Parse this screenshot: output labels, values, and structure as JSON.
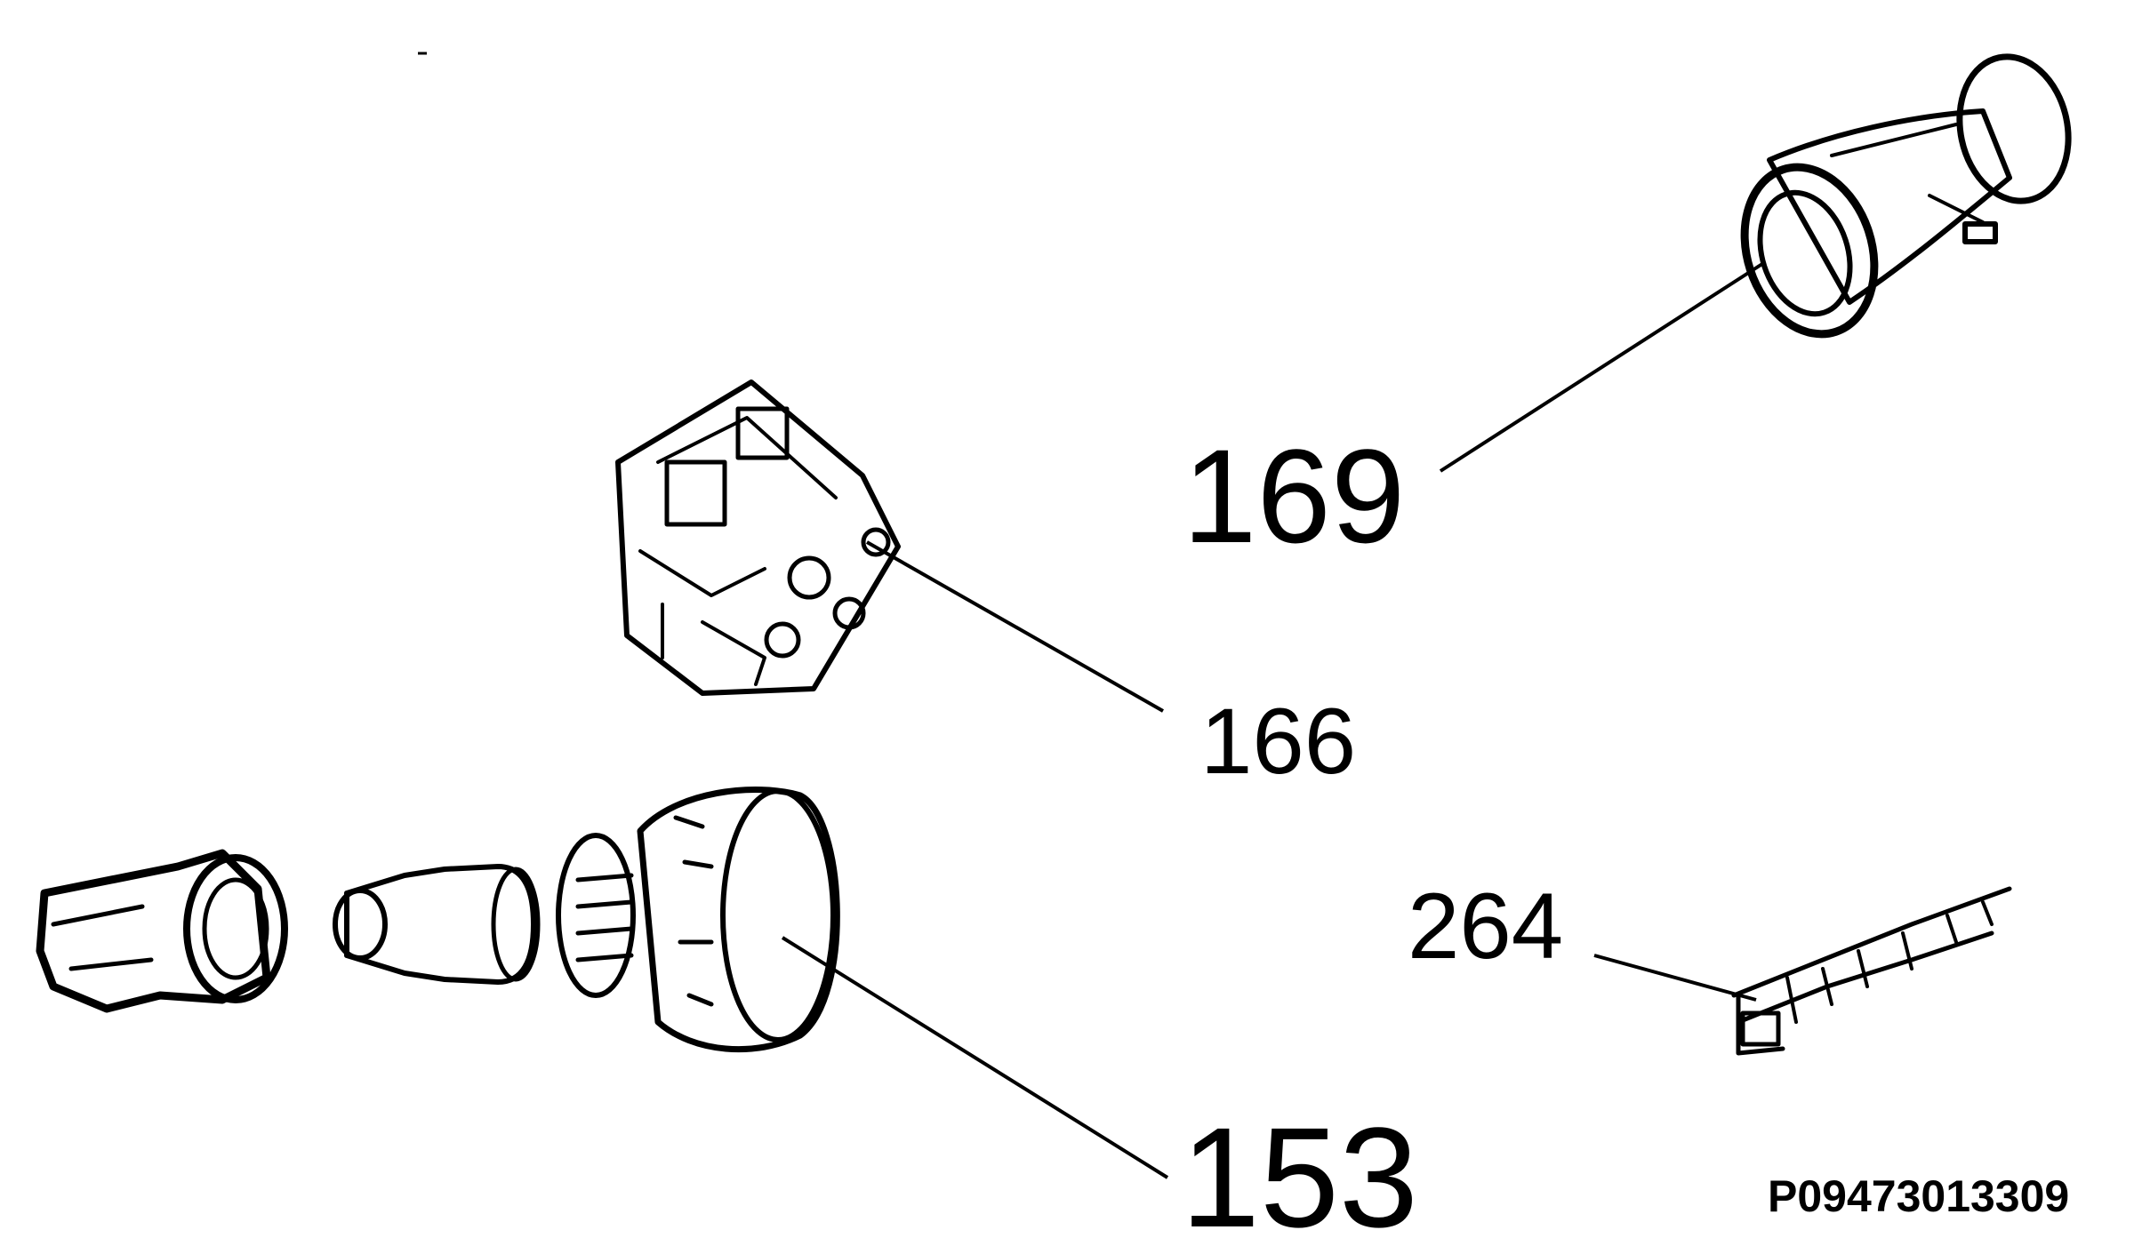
{
  "diagram": {
    "part_code": "P09473013309",
    "callouts": [
      {
        "id": "169",
        "label": "169"
      },
      {
        "id": "166",
        "label": "166"
      },
      {
        "id": "153",
        "label": "153"
      },
      {
        "id": "264",
        "label": "264"
      }
    ]
  },
  "parts": [
    {
      "callout": "169",
      "icon": "knob-shaft-icon"
    },
    {
      "callout": "166",
      "icon": "switch-block-icon"
    },
    {
      "callout": "153",
      "icon": "knob-assembly-icon"
    },
    {
      "callout": "264",
      "icon": "small-connector-icon"
    }
  ],
  "colors": {
    "ink": "#000000",
    "background": "#ffffff"
  }
}
